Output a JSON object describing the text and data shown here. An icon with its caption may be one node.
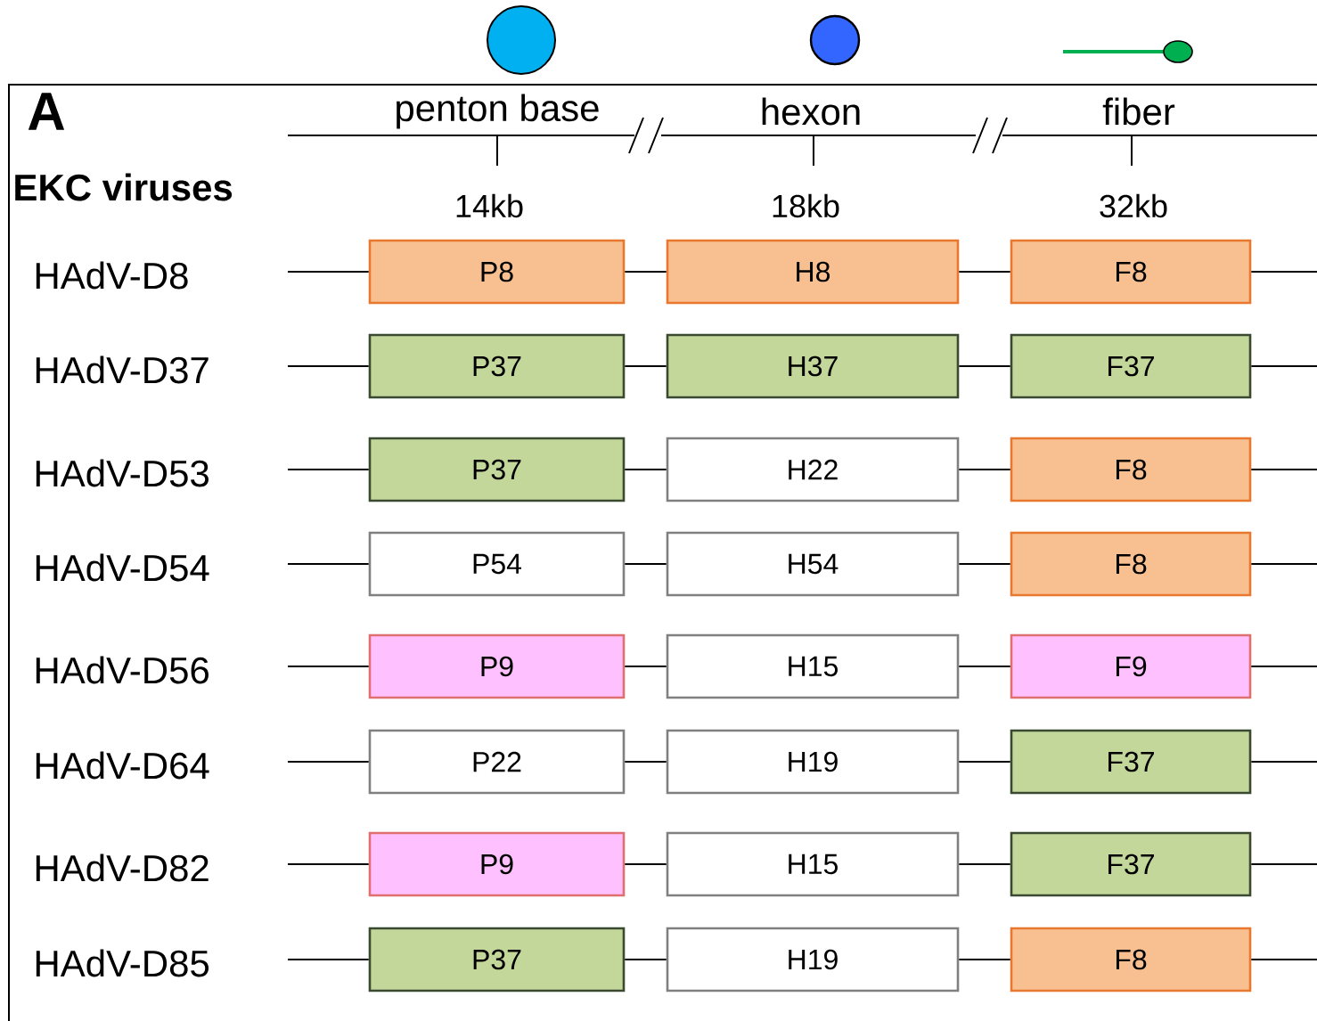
{
  "diagram": {
    "nodes": [
      {
        "text": [
          "P8"
        ]
      },
      {
        "text": [
          "H8"
        ]
      },
      {
        "text": [
          "F8"
        ]
      },
      {
        "text": [
          "P37"
        ]
      },
      {
        "text": [
          "H37"
        ]
      },
      {
        "text": [
          "F37"
        ]
      },
      {
        "text": [
          "P37"
        ]
      },
      {
        "text": [
          "H22"
        ]
      },
      {
        "text": [
          "F8"
        ]
      },
      {
        "text": [
          "P54"
        ]
      },
      {
        "text": [
          "H54"
        ]
      },
      {
        "text": [
          "F8"
        ]
      },
      {
        "text": [
          "P9"
        ]
      },
      {
        "text": [
          "H15"
        ]
      },
      {
        "text": [
          "F9"
        ]
      },
      {
        "text": [
          "P22"
        ]
      },
      {
        "text": [
          "H19"
        ]
      },
      {
        "text": [
          "F37"
        ]
      },
      {
        "text": [
          "P9"
        ]
      },
      {
        "text": [
          "H15"
        ]
      },
      {
        "text": [
          "F37"
        ]
      },
      {
        "text": [
          "P37"
        ]
      },
      {
        "text": [
          "H19"
        ]
      },
      {
        "text": [
          "F8"
        ]
      }
    ],
    "edges": [
      {
        "from": null,
        "to": 0,
        "arrow": "none"
      },
      {
        "from": 0,
        "to": 1,
        "arrow": "none"
      },
      {
        "from": 1,
        "to": 2,
        "arrow": "none"
      },
      {
        "from": 2,
        "to": null,
        "arrow": "none"
      },
      {
        "from": null,
        "to": 3,
        "arrow": "none"
      },
      {
        "from": 3,
        "to": 4,
        "arrow": "none"
      },
      {
        "from": 4,
        "to": 5,
        "arrow": "none"
      },
      {
        "from": 5,
        "to": null,
        "arrow": "none"
      },
      {
        "from": null,
        "to": 6,
        "arrow": "none"
      },
      {
        "from": 6,
        "to": 7,
        "arrow": "none"
      },
      {
        "from": 7,
        "to": 8,
        "arrow": "none"
      },
      {
        "from": 8,
        "to": null,
        "arrow": "none"
      },
      {
        "from": null,
        "to": 9,
        "arrow": "none"
      },
      {
        "from": 9,
        "to": 10,
        "arrow": "none"
      },
      {
        "from": 10,
        "to": 11,
        "arrow": "none"
      },
      {
        "from": 11,
        "to": null,
        "arrow": "none"
      },
      {
        "from": null,
        "to": 12,
        "arrow": "none"
      },
      {
        "from": 12,
        "to": 13,
        "arrow": "none"
      },
      {
        "from": 13,
        "to": 14,
        "arrow": "none"
      },
      {
        "from": 14,
        "to": null,
        "arrow": "none"
      },
      {
        "from": null,
        "to": 15,
        "arrow": "none"
      },
      {
        "from": 15,
        "to": 16,
        "arrow": "none"
      },
      {
        "from": 16,
        "to": 17,
        "arrow": "none"
      },
      {
        "from": 17,
        "to": null,
        "arrow": "none"
      },
      {
        "from": null,
        "to": 18,
        "arrow": "none"
      },
      {
        "from": 18,
        "to": 19,
        "arrow": "none"
      },
      {
        "from": 19,
        "to": 20,
        "arrow": "none"
      },
      {
        "from": 20,
        "to": null,
        "arrow": "none"
      },
      {
        "from": null,
        "to": 21,
        "arrow": "none"
      },
      {
        "from": 21,
        "to": 22,
        "arrow": "none"
      },
      {
        "from": 22,
        "to": 23,
        "arrow": "none"
      },
      {
        "from": 23,
        "to": null,
        "arrow": "none"
      }
    ],
    "labels": [
      "A",
      "penton base",
      "hexon",
      "fiber",
      "EKC viruses",
      "14kb",
      "18kb",
      "32kb",
      "HAdV-D8",
      "HAdV-D37",
      "HAdV-D53",
      "HAdV-D54",
      "HAdV-D56",
      "HAdV-D64",
      "HAdV-D82",
      "HAdV-D85"
    ]
  }
}
